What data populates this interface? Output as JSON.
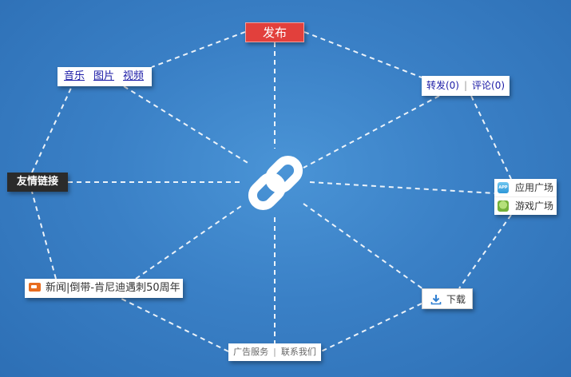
{
  "publish": {
    "label": "发布"
  },
  "media": {
    "music": "音乐",
    "pictures": "图片",
    "video": "视频"
  },
  "share": {
    "forward": "转发(0)",
    "separator": "|",
    "comment": "评论(0)"
  },
  "friends": {
    "label": "友情链接"
  },
  "apps": {
    "app_center": "应用广场",
    "game_center": "游戏广场"
  },
  "news": {
    "label": "新闻|倒带-肯尼迪遇刺50周年"
  },
  "download": {
    "label": "下载"
  },
  "footer": {
    "ads": "广告服务",
    "separator": "|",
    "contact": "联系我们"
  },
  "icons": {
    "center": "chain-link-icon",
    "app": "app-store-icon",
    "game": "game-center-icon",
    "news": "news-tv-icon",
    "download": "download-arrow-icon"
  },
  "colors": {
    "background": "#3a80c6",
    "publish": "#e2403c",
    "friends": "#2b2b2b",
    "link_text": "#1a1aa6",
    "download_icon": "#2f7fd1"
  }
}
